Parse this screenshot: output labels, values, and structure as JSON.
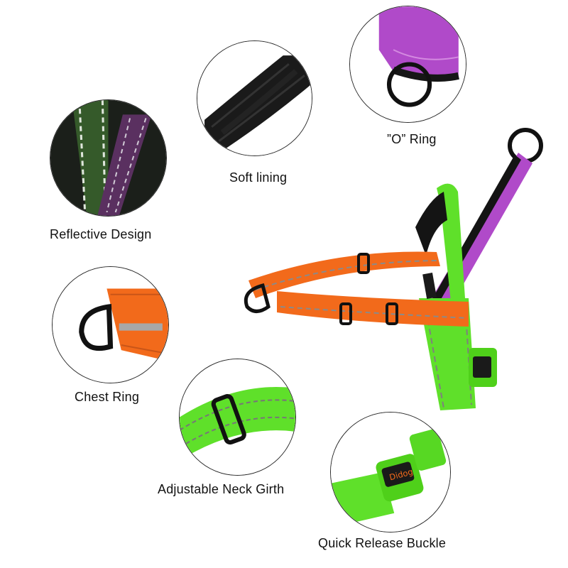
{
  "features": [
    {
      "id": "soft-lining",
      "label": "Soft lining"
    },
    {
      "id": "o-ring",
      "label": "”O” Ring"
    },
    {
      "id": "reflective-design",
      "label": "Reflective Design"
    },
    {
      "id": "chest-ring",
      "label": "Chest Ring"
    },
    {
      "id": "adjustable-neck-girth",
      "label": "Adjustable Neck Girth"
    },
    {
      "id": "quick-release-buckle",
      "label": "Quick Release Buckle"
    }
  ],
  "brand": {
    "name": "Didog"
  },
  "colors": {
    "orange": "#f26a1b",
    "green": "#5fe02a",
    "purple": "#b04ac9",
    "black": "#111111",
    "reflective": "#9a9a9a"
  }
}
